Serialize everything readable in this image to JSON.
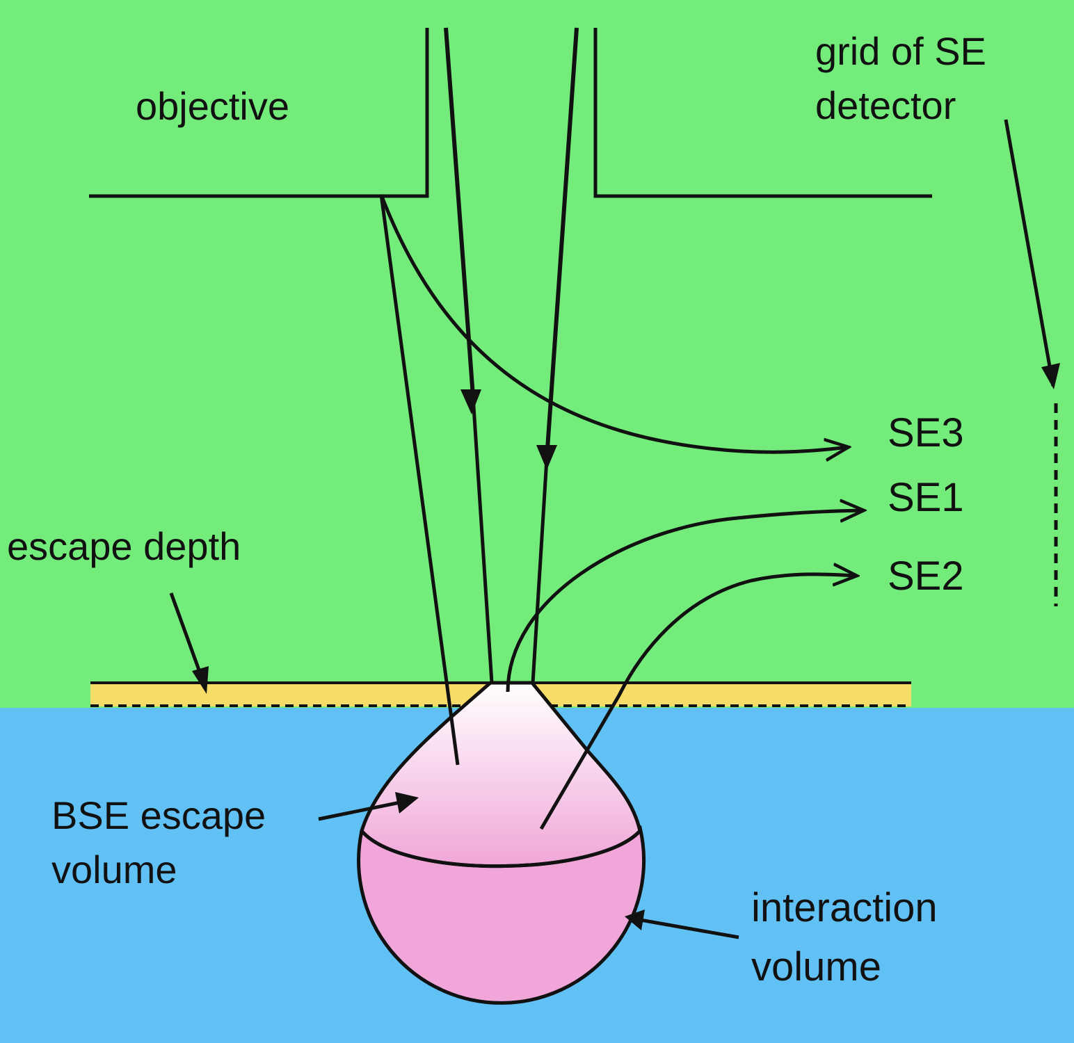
{
  "labels": {
    "objective": "objective",
    "grid_line1": "grid of SE",
    "grid_line2": "detector",
    "se3": "SE3",
    "se1": "SE1",
    "se2": "SE2",
    "escape_depth": "escape depth",
    "bse_line1": "BSE escape",
    "bse_line2": "volume",
    "interaction_line1": "interaction",
    "interaction_line2": "volume"
  },
  "colors": {
    "vacuum": "#74ec7c",
    "specimen": "#62c1f4",
    "escape_layer": "#f8dc6a",
    "interaction_volume": "#f0a6d8",
    "bse_top": "#ffffff",
    "stroke": "#111111"
  }
}
